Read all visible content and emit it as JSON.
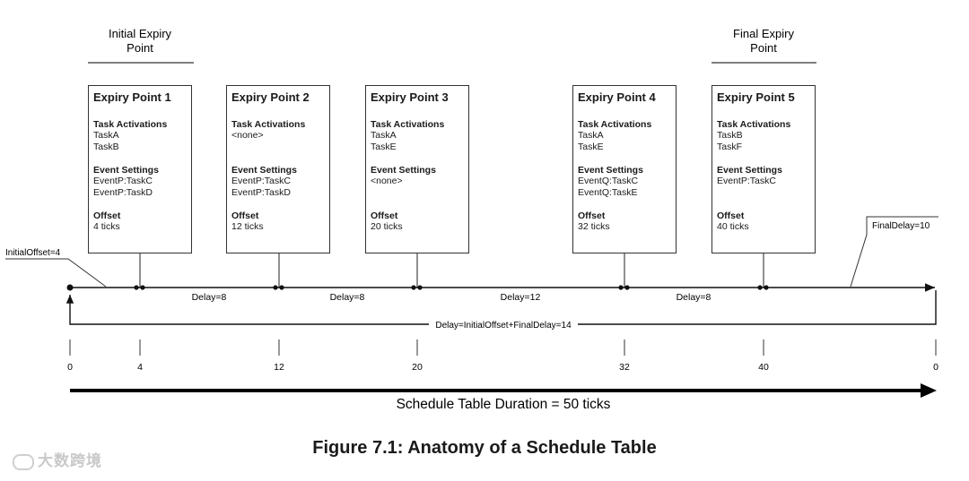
{
  "header_labels": {
    "initial": [
      "Initial Expiry",
      "Point"
    ],
    "final": [
      "Final Expiry",
      "Point"
    ]
  },
  "expiry_points": [
    {
      "title": "Expiry Point 1",
      "task_label": "Task Activations",
      "tasks": [
        "TaskA",
        "TaskB"
      ],
      "event_label": "Event Settings",
      "events": [
        "EventP:TaskC",
        "EventP:TaskD"
      ],
      "offset_label": "Offset",
      "offset": "4 ticks"
    },
    {
      "title": "Expiry Point 2",
      "task_label": "Task Activations",
      "tasks": [
        "<none>"
      ],
      "event_label": "Event Settings",
      "events": [
        "EventP:TaskC",
        "EventP:TaskD"
      ],
      "offset_label": "Offset",
      "offset": "12 ticks"
    },
    {
      "title": "Expiry Point 3",
      "task_label": "Task Activations",
      "tasks": [
        "TaskA",
        "TaskE"
      ],
      "event_label": "Event Settings",
      "events": [
        "<none>"
      ],
      "offset_label": "Offset",
      "offset": "20 ticks"
    },
    {
      "title": "Expiry Point 4",
      "task_label": "Task Activations",
      "tasks": [
        "TaskA",
        "TaskE"
      ],
      "event_label": "Event Settings",
      "events": [
        "EventQ:TaskC",
        "EventQ:TaskE"
      ],
      "offset_label": "Offset",
      "offset": "32 ticks"
    },
    {
      "title": "Expiry Point 5",
      "task_label": "Task Activations",
      "tasks": [
        "TaskB",
        "TaskF"
      ],
      "event_label": "Event Settings",
      "events": [
        "EventP:TaskC"
      ],
      "offset_label": "Offset",
      "offset": "40 ticks"
    }
  ],
  "timeline": {
    "initial_offset": "InitialOffset=4",
    "final_delay": "FinalDelay=10",
    "delays": [
      "Delay=8",
      "Delay=8",
      "Delay=12",
      "Delay=8"
    ],
    "wrap_delay": "Delay=InitialOffset+FinalDelay=14",
    "ticks": [
      "0",
      "4",
      "12",
      "20",
      "32",
      "40",
      "0"
    ]
  },
  "duration_label": "Schedule Table Duration = 50 ticks",
  "caption": "Figure 7.1: Anatomy of a Schedule Table",
  "watermark": "大数跨境"
}
